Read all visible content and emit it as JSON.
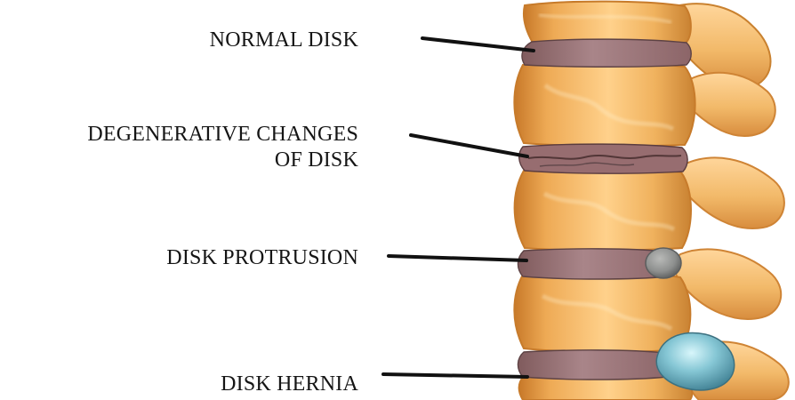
{
  "labels": {
    "normal_disk": "NORMAL DISK",
    "degenerative_line_1": "DEGENERATIVE CHANGES",
    "degenerative_line_2": "OF DISK",
    "disk_protrusion": "DISK PROTRUSION",
    "disk_hernia": "DISK HERNIA"
  },
  "colors": {
    "text": "#151515",
    "leader": "#111111",
    "bone": "#f0b25e",
    "bone_shadow": "#d88935",
    "disk": "#9f777a",
    "disk_dark": "#6f4c4e",
    "protrusion": "#8f9190",
    "hernia": "#74b7c7"
  }
}
